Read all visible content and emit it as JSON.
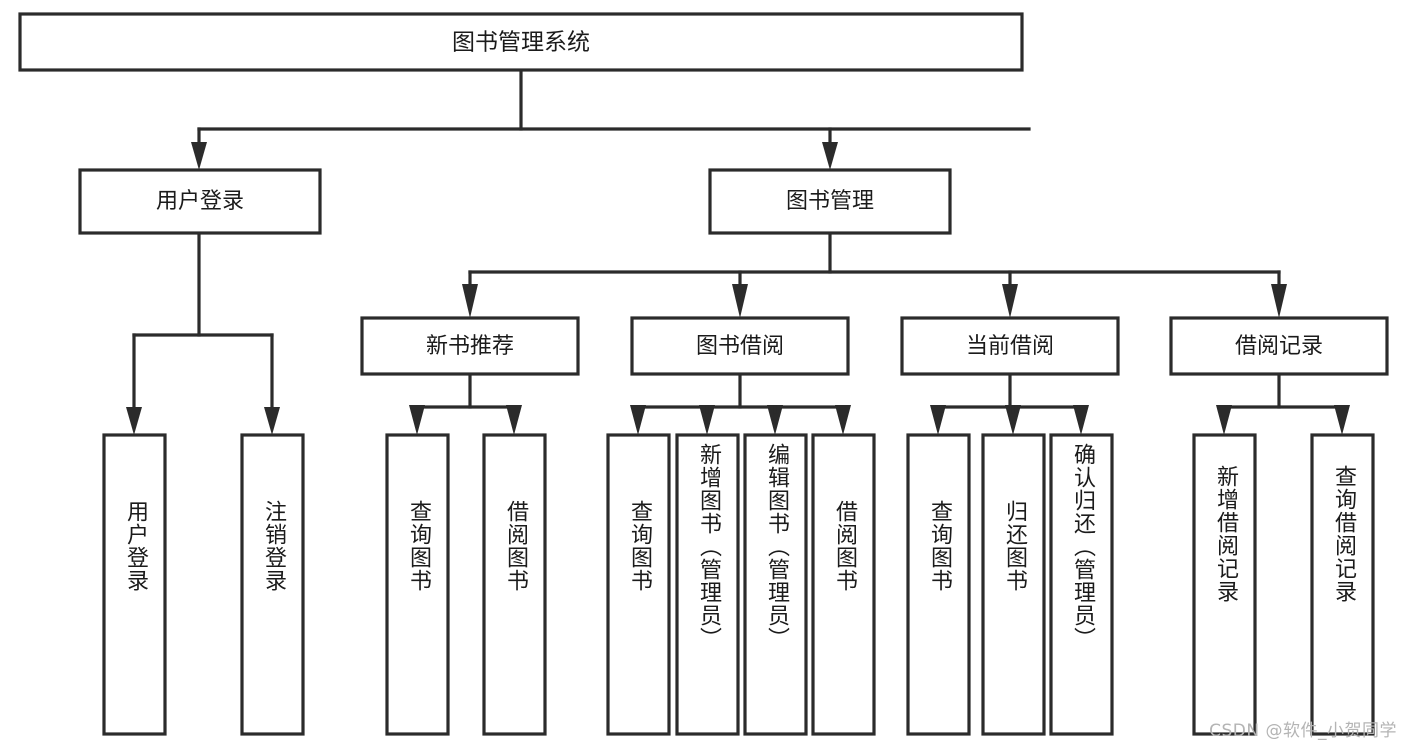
{
  "diagram": {
    "title": "图书管理系统",
    "watermark": "CSDN @软件_小贺同学",
    "colors": {
      "stroke": "#2b2b2b",
      "box_fill": "#ffffff",
      "text": "#1b1b1b",
      "watermark": "#b4b4b4",
      "background": "#ffffff"
    },
    "root": {
      "label": "图书管理系统"
    },
    "level2": [
      {
        "label": "用户登录"
      },
      {
        "label": "图书管理"
      }
    ],
    "level3": [
      {
        "label": "新书推荐"
      },
      {
        "label": "图书借阅"
      },
      {
        "label": "当前借阅"
      },
      {
        "label": "借阅记录"
      }
    ],
    "leaves": {
      "user_login": [
        {
          "label": "用户登录"
        },
        {
          "label": "注销登录"
        }
      ],
      "new_book_recommend": [
        {
          "label": "查询图书"
        },
        {
          "label": "借阅图书"
        }
      ],
      "book_borrow": [
        {
          "label": "查询图书"
        },
        {
          "label": "新增图书（管理员）"
        },
        {
          "label": "编辑图书（管理员）"
        },
        {
          "label": "借阅图书"
        }
      ],
      "current_borrow": [
        {
          "label": "查询图书"
        },
        {
          "label": "归还图书"
        },
        {
          "label": "确认归还（管理员）"
        }
      ],
      "borrow_record": [
        {
          "label": "新增借阅记录"
        },
        {
          "label": "查询借阅记录"
        }
      ]
    }
  }
}
